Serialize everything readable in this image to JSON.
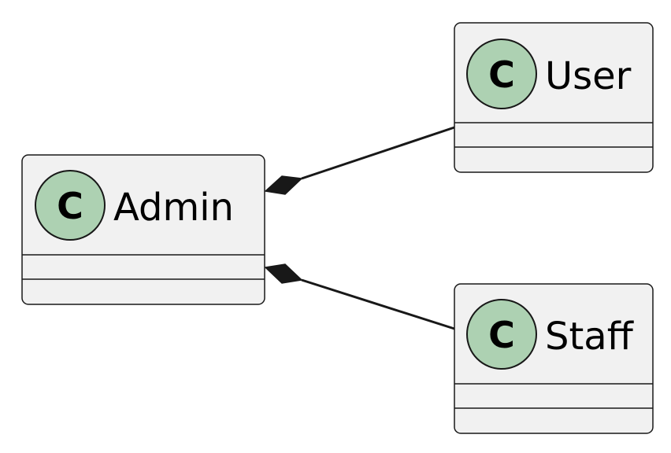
{
  "diagram": {
    "type": "uml-class-diagram",
    "classes": [
      {
        "id": "admin",
        "name": "Admin",
        "stereotype_letter": "C"
      },
      {
        "id": "user",
        "name": "User",
        "stereotype_letter": "C"
      },
      {
        "id": "staff",
        "name": "Staff",
        "stereotype_letter": "C"
      }
    ],
    "relationships": [
      {
        "type": "composition",
        "whole": "Admin",
        "part": "User"
      },
      {
        "type": "composition",
        "whole": "Admin",
        "part": "Staff"
      }
    ]
  },
  "colors": {
    "box_fill": "#f1f1f1",
    "box_stroke": "#181818",
    "badge_fill": "#add1b2",
    "line": "#181818"
  }
}
